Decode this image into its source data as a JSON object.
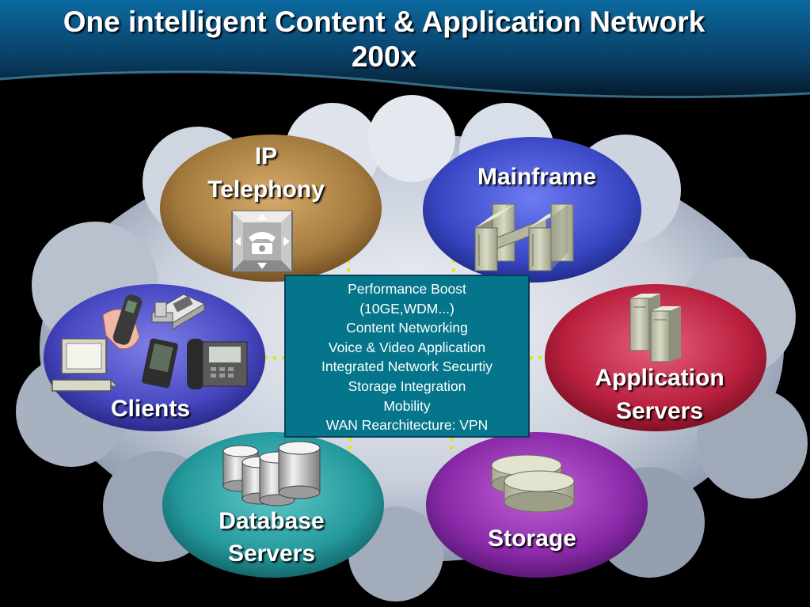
{
  "title": {
    "line1": "One intelligent Content & Application Network",
    "line2": "200x"
  },
  "center": {
    "lines": [
      "Performance Boost",
      "(10GE,WDM...)",
      "Content Networking",
      "Voice & Video Application",
      "Integrated Network Securtiy",
      "Storage Integration",
      "Mobility",
      "WAN Rearchitecture: VPN"
    ]
  },
  "nodes": {
    "ip_telephony": {
      "line1": "IP",
      "line2": "Telephony",
      "color": "#a07a3a"
    },
    "mainframe": {
      "label": "Mainframe",
      "color": "#3a47c0"
    },
    "clients": {
      "label": "Clients",
      "color": "#4a4ac6"
    },
    "application_servers": {
      "line1": "Application",
      "line2": "Servers",
      "color": "#b8203c"
    },
    "database_servers": {
      "line1": "Database",
      "line2": "Servers",
      "color": "#2a9a9e"
    },
    "storage": {
      "label": "Storage",
      "color": "#8a2aa8"
    }
  },
  "colors": {
    "background": "#000000",
    "center_box": "#04758a",
    "connector": "#e8e400"
  }
}
